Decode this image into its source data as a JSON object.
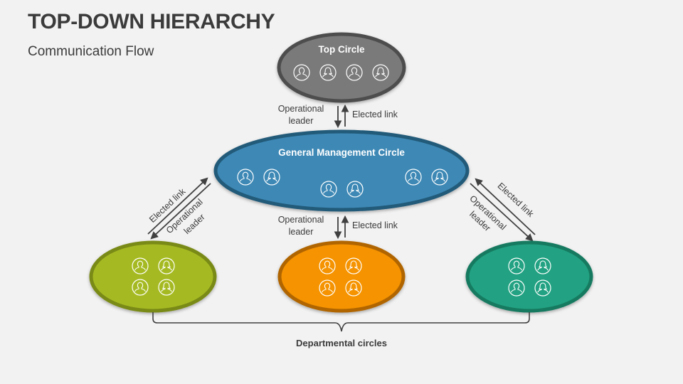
{
  "header": {
    "title": "TOP-DOWN HIERARCHY",
    "subtitle": "Communication Flow"
  },
  "nodes": {
    "top": {
      "label": "Top Circle",
      "fill": "#7a7a7a",
      "stroke": "#4d4d4d",
      "icons": [
        "male-person-icon",
        "female-person-icon",
        "male-person-icon",
        "female-person-icon"
      ]
    },
    "gm": {
      "label": "General Management Circle",
      "fill": "#3e88b5",
      "stroke": "#215a79",
      "icons": [
        "male-person-icon",
        "female-person-icon",
        "male-person-icon",
        "female-person-icon",
        "male-person-icon",
        "female-person-icon"
      ]
    },
    "dept_left": {
      "label": "",
      "fill": "#a5ba24",
      "stroke": "#7a8a14",
      "icons": [
        "male-person-icon",
        "female-person-icon",
        "male-person-icon",
        "female-person-icon"
      ]
    },
    "dept_center": {
      "label": "",
      "fill": "#f59300",
      "stroke": "#b06500",
      "icons": [
        "male-person-icon",
        "female-person-icon",
        "male-person-icon",
        "female-person-icon"
      ]
    },
    "dept_right": {
      "label": "",
      "fill": "#21a282",
      "stroke": "#157a60",
      "icons": [
        "male-person-icon",
        "female-person-icon",
        "male-person-icon",
        "female-person-icon"
      ]
    }
  },
  "links": {
    "top_gm": {
      "down_label_1": "Operational",
      "down_label_2": "leader",
      "up_label": "Elected link"
    },
    "gm_center": {
      "down_label_1": "Operational",
      "down_label_2": "leader",
      "up_label": "Elected link"
    },
    "gm_left": {
      "up_label": "Elected link",
      "down_label_1": "Operational",
      "down_label_2": "leader"
    },
    "gm_right": {
      "up_label": "Elected link",
      "down_label_1": "Operational",
      "down_label_2": "leader"
    }
  },
  "brace": {
    "label": "Departmental circles"
  },
  "colors": {
    "text": "#3b3b3b",
    "arrow": "#404040",
    "background": "#f2f2f2"
  }
}
